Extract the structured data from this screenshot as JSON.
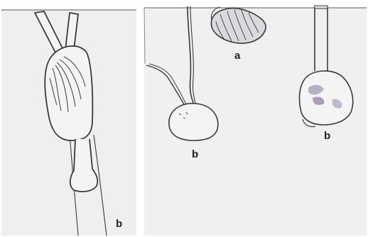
{
  "labels": {
    "a": "a",
    "b_left": "b",
    "b_middle": "b",
    "b_right": "b"
  },
  "colors": {
    "sediment": "#efefef",
    "ink": "#3a3a3a",
    "shell_fill": "#f4f4f4",
    "shading": "#9a90a8"
  }
}
